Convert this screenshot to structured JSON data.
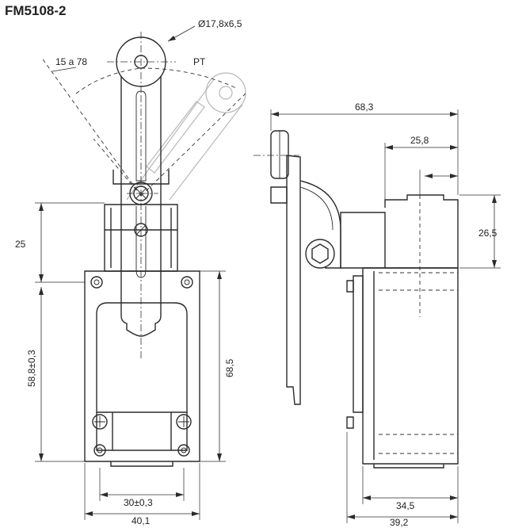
{
  "title": "FM5108-2",
  "labels": {
    "roller_diameter": "Ø17,8x6,5",
    "angle_range": "15 a 78",
    "pt": "PT",
    "dim_25": "25",
    "dim_58_8": "58,8±0,3",
    "dim_68_5": "68,5",
    "dim_30": "30±0,3",
    "dim_40_1": "40,1",
    "dim_68_3": "68,3",
    "dim_25_8": "25,8",
    "dim_26_5": "26,5",
    "dim_34_5": "34,5",
    "dim_39_2": "39,2"
  }
}
